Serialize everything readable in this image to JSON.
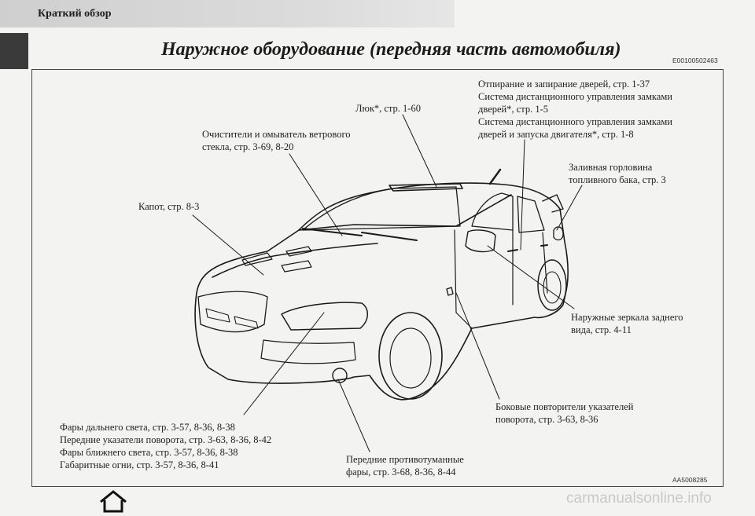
{
  "header": {
    "section": "Краткий обзор",
    "title": "Наружное оборудование (передняя часть автомобиля)",
    "doc_code": "E00100502463"
  },
  "callouts": {
    "doors": [
      "Отпирание и запирание дверей, стр. 1-37",
      "Система дистанционного управления замками",
      "дверей*, стр. 1-5",
      "Система дистанционного управления замками",
      "дверей и запуска двигателя*, стр. 1-8"
    ],
    "sunroof": [
      "Люк*, стр. 1-60"
    ],
    "wipers": [
      "Очистители и омыватель ветрового",
      "стекла, стр. 3-69, 8-20"
    ],
    "fuel": [
      "Заливная горловина",
      "топливного бака, стр. 3"
    ],
    "hood": [
      "Капот, стр. 8-3"
    ],
    "mirrors": [
      "Наружные зеркала заднего",
      "вида, стр. 4-11"
    ],
    "side_repeaters": [
      "Боковые повторители указателей",
      "поворота, стр. 3-63, 8-36"
    ],
    "headlights": [
      "Фары дальнего света, стр. 3-57, 8-36, 8-38",
      "Передние указатели поворота, стр. 3-63, 8-36, 8-42",
      "Фары ближнего света, стр. 3-57, 8-36, 8-38",
      "Габаритные огни, стр. 3-57, 8-36, 8-41"
    ],
    "foglights": [
      "Передние противотуманные",
      "фары, стр. 3-68, 8-36, 8-44"
    ]
  },
  "figure_code": "AA5008285",
  "watermark": "carmanualsonline.info",
  "icons": {
    "home": "home-icon"
  }
}
